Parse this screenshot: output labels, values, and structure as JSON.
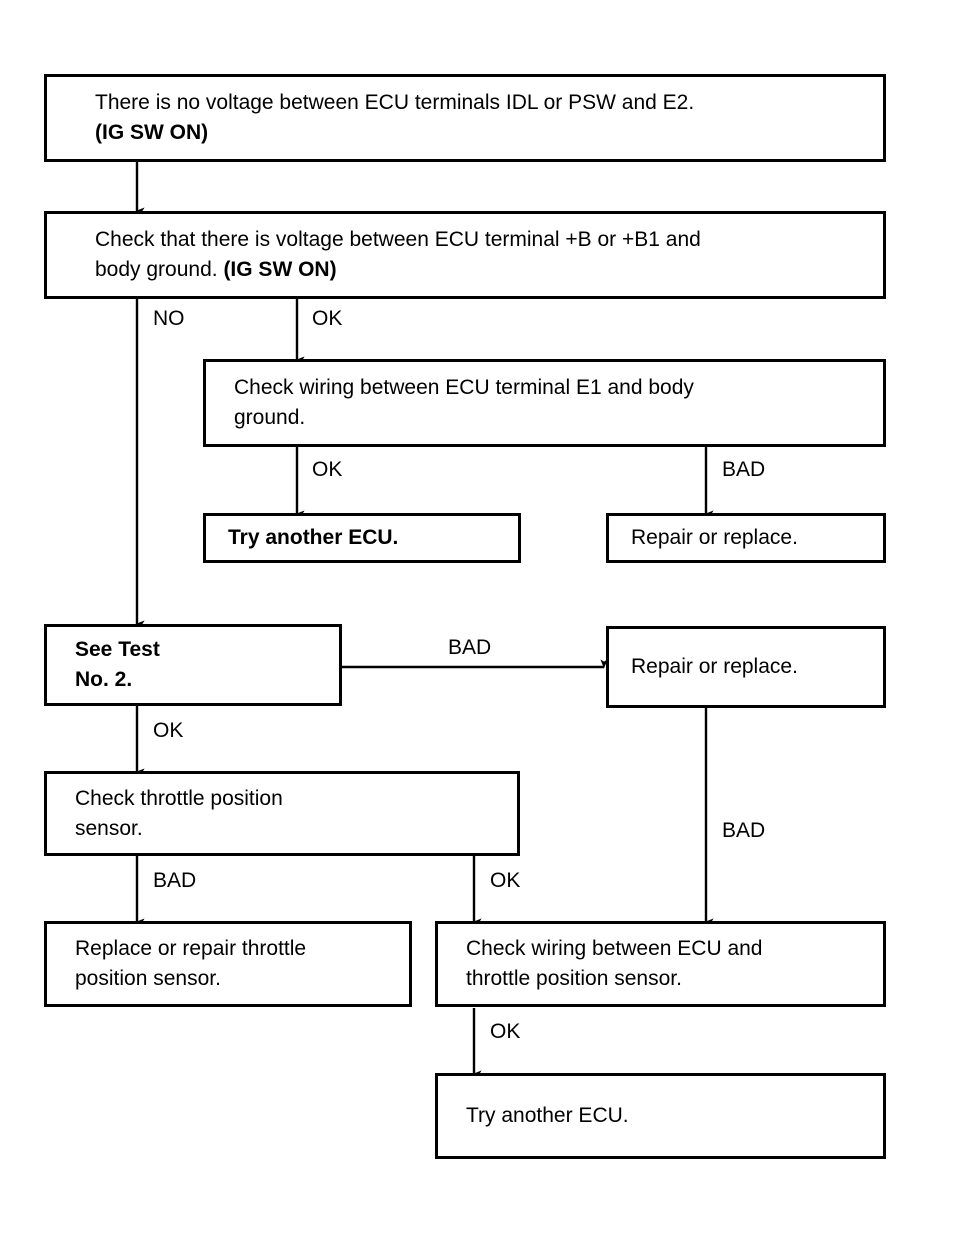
{
  "diagram": {
    "title": "ECU terminal voltage troubleshooting flowchart",
    "type": "flowchart",
    "background_color": "#ffffff",
    "line_color": "#000000",
    "nodes": [
      {
        "id": "n1",
        "name": "no-voltage-idl-psw-e2",
        "line1": "There is no voltage between ECU terminals IDL or PSW and E2.",
        "line2": "(IG SW ON)",
        "line2_bold": true
      },
      {
        "id": "n2",
        "name": "check-voltage-b-b1-body-ground",
        "line1": "Check that there is voltage between ECU terminal +B or +B1 and",
        "line2": "body ground. ",
        "line2_bold_tail": "(IG SW ON)"
      },
      {
        "id": "n3",
        "name": "check-wiring-e1-body-ground",
        "line1": "Check wiring between ECU terminal E1 and body",
        "line2": "ground."
      },
      {
        "id": "n4",
        "name": "try-another-ecu-upper",
        "line1": "Try another ECU."
      },
      {
        "id": "n5",
        "name": "repair-or-replace-upper",
        "line1": "Repair or replace."
      },
      {
        "id": "n6",
        "name": "see-test-no-2",
        "line1": "See Test",
        "line2": "No. 2.",
        "bold": true
      },
      {
        "id": "n7",
        "name": "repair-or-replace-middle",
        "line1": "Repair or replace."
      },
      {
        "id": "n8",
        "name": "check-throttle-position-sensor",
        "line1": "Check throttle position",
        "line2": "sensor."
      },
      {
        "id": "n9",
        "name": "replace-or-repair-throttle-position-sensor",
        "line1": "Replace or repair throttle",
        "line2": "position sensor."
      },
      {
        "id": "n10",
        "name": "check-wiring-ecu-throttle-position-sensor",
        "line1": "Check wiring between ECU and",
        "line2": "throttle position sensor."
      },
      {
        "id": "n11",
        "name": "try-another-ecu-lower",
        "line1": "Try another ECU."
      }
    ],
    "edge_labels": {
      "no_from_n2": "NO",
      "ok_from_n2": "OK",
      "ok_from_n3": "OK",
      "bad_from_n3": "BAD",
      "bad_from_n6": "BAD",
      "ok_from_n6": "OK",
      "bad_from_n7": "BAD",
      "bad_from_n8": "BAD",
      "ok_from_n8": "OK",
      "ok_from_n10": "OK"
    }
  }
}
